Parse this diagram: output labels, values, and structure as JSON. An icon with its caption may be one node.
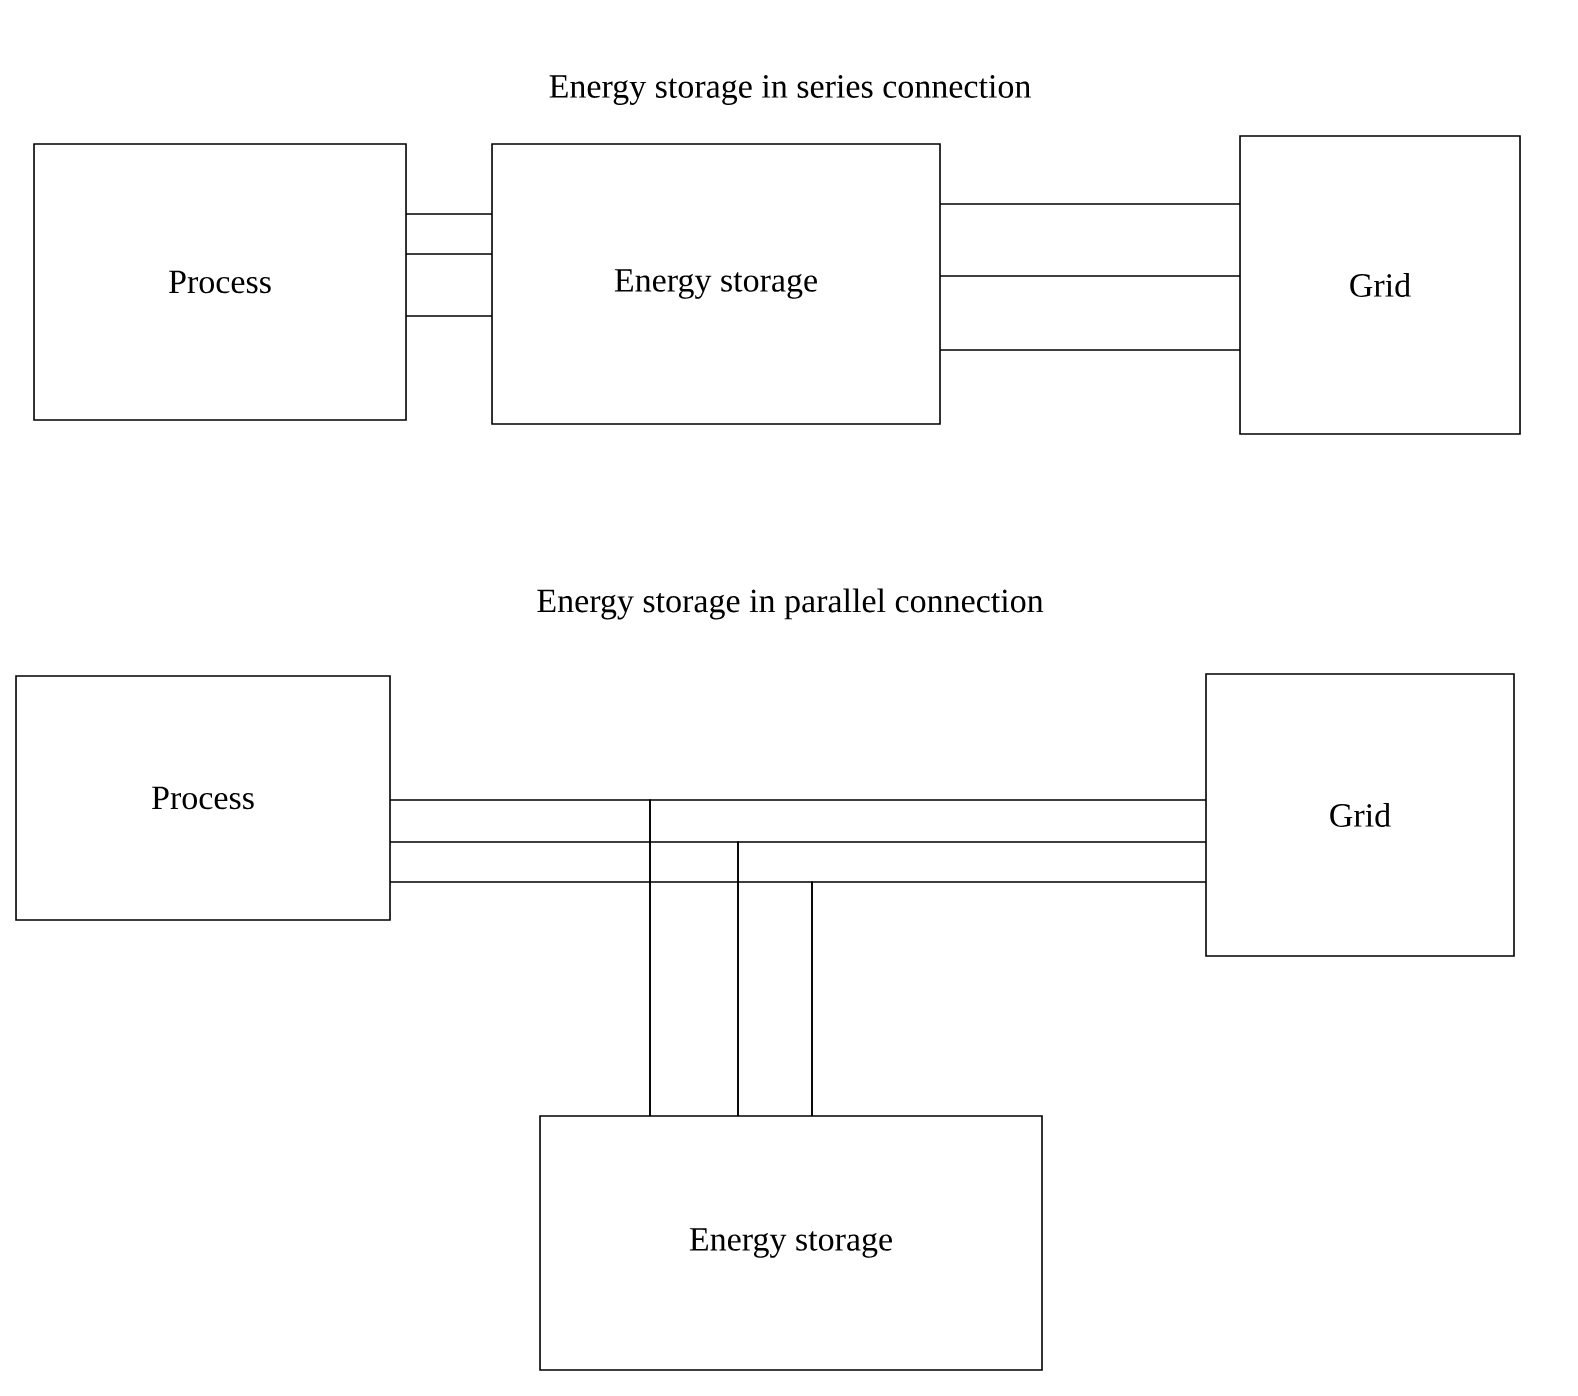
{
  "diagram": {
    "title": "Energy storage in series connection",
    "nodes": [
      {
        "text": [
          "Process"
        ]
      },
      {
        "text": [
          "Energy storage"
        ]
      },
      {
        "text": [
          "Grid"
        ]
      },
      {
        "text": [
          "Process"
        ]
      },
      {
        "text": [
          "Grid"
        ]
      },
      {
        "text": [
          "Energy storage"
        ]
      }
    ],
    "edges": [
      {
        "from": 0,
        "to": 1,
        "arrow": "none"
      },
      {
        "from": 0,
        "to": 1,
        "arrow": "none"
      },
      {
        "from": 0,
        "to": 1,
        "arrow": "none"
      },
      {
        "from": 1,
        "to": 2,
        "arrow": "none"
      },
      {
        "from": 1,
        "to": 2,
        "arrow": "none"
      },
      {
        "from": 1,
        "to": 2,
        "arrow": "none"
      },
      {
        "from": 3,
        "to": 5,
        "arrow": "none"
      },
      {
        "from": 5,
        "to": 4,
        "arrow": "none"
      },
      {
        "from": 3,
        "to": 5,
        "arrow": "none"
      },
      {
        "from": 5,
        "to": 4,
        "arrow": "none"
      },
      {
        "from": 3,
        "to": 5,
        "arrow": "none"
      },
      {
        "from": 5,
        "to": 4,
        "arrow": "none"
      }
    ],
    "labels": [
      "Energy storage in parallel connection"
    ]
  }
}
